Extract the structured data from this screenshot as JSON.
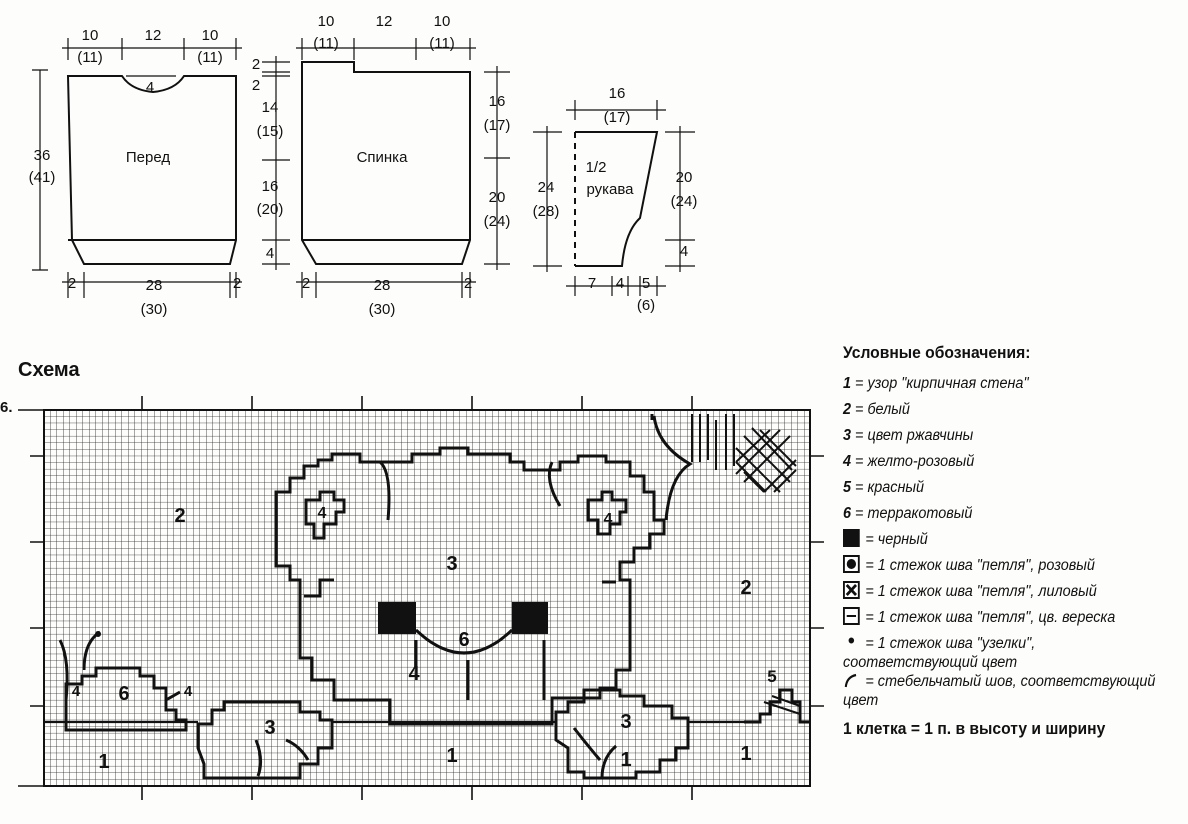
{
  "pieces": {
    "front": {
      "label": "Перед",
      "top_dims": [
        "10",
        "(11)",
        "12",
        "10",
        "(11)"
      ],
      "neck": "4",
      "height": [
        "36",
        "(41)"
      ],
      "width": [
        "28",
        "(30)"
      ],
      "edge_left": "2",
      "edge_right": "2"
    },
    "back": {
      "label": "Спинка",
      "top_dims": [
        "10",
        "(11)",
        "12",
        "10",
        "(11)"
      ],
      "shoulder": [
        "2",
        "2"
      ],
      "armhole_left": [
        "14",
        "(15)"
      ],
      "lower_left": [
        "16",
        "(20)"
      ],
      "rib_left": "4",
      "upper_right": [
        "16",
        "(17)"
      ],
      "lower_right": [
        "20",
        "(24)"
      ],
      "width": [
        "28",
        "(30)"
      ],
      "edge_left": "2",
      "edge_right": "2"
    },
    "sleeve": {
      "label": [
        "1/2",
        "рукава"
      ],
      "top": [
        "16",
        "(17)"
      ],
      "left": [
        "24",
        "(28)"
      ],
      "right": [
        "20",
        "(24)"
      ],
      "rib": "4",
      "bottom": [
        "7",
        "4",
        "5",
        "(6)"
      ]
    }
  },
  "scheme": {
    "title": "Схема",
    "left_mark": "6.",
    "zones": [
      "2",
      "2",
      "3",
      "4",
      "4",
      "4",
      "6",
      "6",
      "4",
      "4",
      "3",
      "3",
      "1",
      "1",
      "1",
      "1",
      "5"
    ]
  },
  "legend": {
    "title": "Условные обозначения:",
    "items": [
      {
        "key": "1",
        "text": " = узор \"кирпичная стена\""
      },
      {
        "key": "2",
        "text": " = белый"
      },
      {
        "key": "3",
        "text": " = цвет ржавчины"
      },
      {
        "key": "4",
        "text": " = желто-розовый"
      },
      {
        "key": "5",
        "text": " = красный"
      },
      {
        "key": "6",
        "text": " = терракотовый"
      }
    ],
    "symbols": [
      {
        "icon": "black-square",
        "text": "= черный"
      },
      {
        "icon": "filled-circle",
        "text": "= 1 стежок шва \"петля\", розовый"
      },
      {
        "icon": "cross-square",
        "text": "= 1 стежок шва \"петля\", лиловый"
      },
      {
        "icon": "dash-square",
        "text": "= 1 стежок шва \"петля\", цв. вереска"
      },
      {
        "icon": "small-dot",
        "text": "= 1 стежок шва \"узелки\", соответствующий цвет"
      },
      {
        "icon": "curve",
        "text": "= стебельчатый шов, соответствующий цвет"
      }
    ],
    "scale": "1 клетка = 1 п. в высоту и ширину"
  }
}
